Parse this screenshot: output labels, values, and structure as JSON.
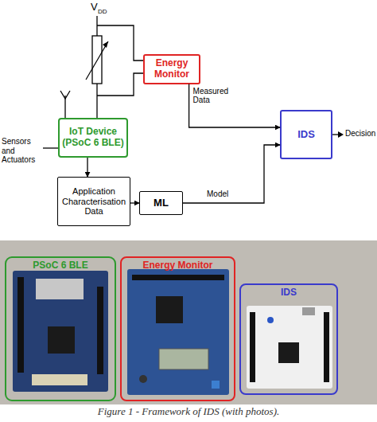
{
  "diagram": {
    "caption": "Figure 1 - Framework of IDS (with photos).",
    "nodes": [
      {
        "text": [
          "Energy Monitor"
        ]
      },
      {
        "text": [
          "IoT Device (PSoC 6 BLE)"
        ]
      },
      {
        "text": [
          "Application Characterisation Data"
        ]
      },
      {
        "text": [
          "ML"
        ]
      },
      {
        "text": [
          "IDS"
        ]
      },
      {
        "text": [
          "PSoC 6 BLE"
        ]
      },
      {
        "text": [
          "Energy Monitor"
        ]
      },
      {
        "text": [
          "IDS"
        ]
      }
    ],
    "edges": [
      {
        "from": 0,
        "to": 4,
        "label": "Measured Data",
        "arrow": "to"
      },
      {
        "from": 1,
        "to": 2,
        "arrow": "to"
      },
      {
        "from": 2,
        "to": 3,
        "arrow": "to"
      },
      {
        "from": 3,
        "to": 4,
        "label": "Model",
        "arrow": "to"
      }
    ],
    "labels": [
      "V",
      "DD",
      "Sensors and Actuators",
      "Decision"
    ]
  }
}
